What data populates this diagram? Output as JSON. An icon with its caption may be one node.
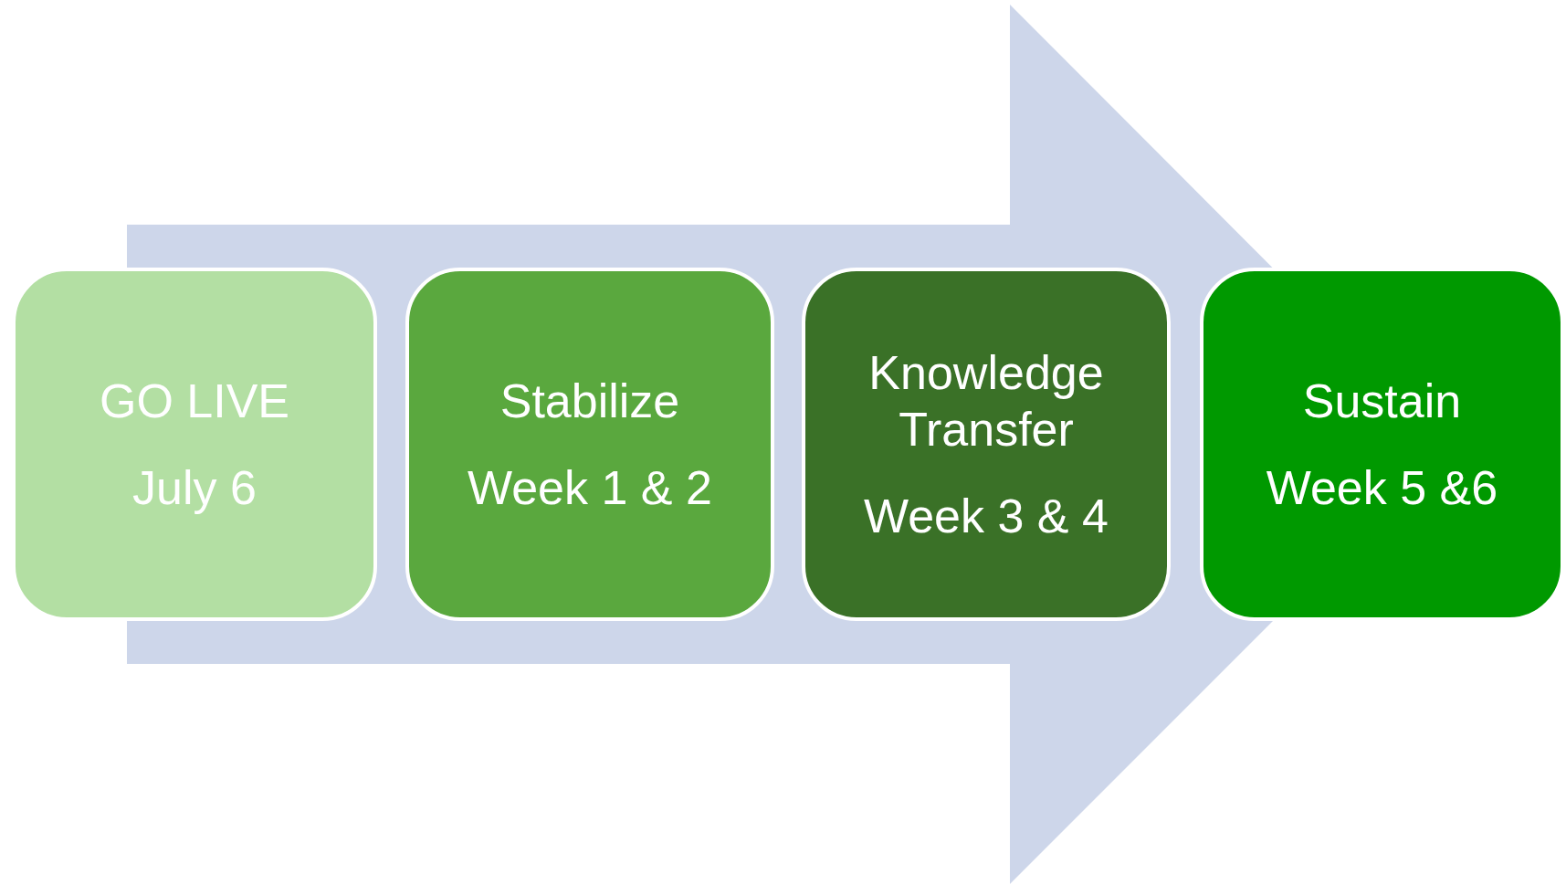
{
  "diagram": {
    "nodes": [
      {
        "text": [
          "GO LIVE",
          "July 6"
        ]
      },
      {
        "text": [
          "Stabilize",
          "Week 1 & 2"
        ]
      },
      {
        "text": [
          "Knowledge Transfer",
          "Week 3 & 4"
        ]
      },
      {
        "text": [
          "Sustain",
          "Week 5 &6"
        ]
      }
    ],
    "edges": [
      {
        "from": 0,
        "to": 3,
        "arrow": "to"
      }
    ]
  }
}
